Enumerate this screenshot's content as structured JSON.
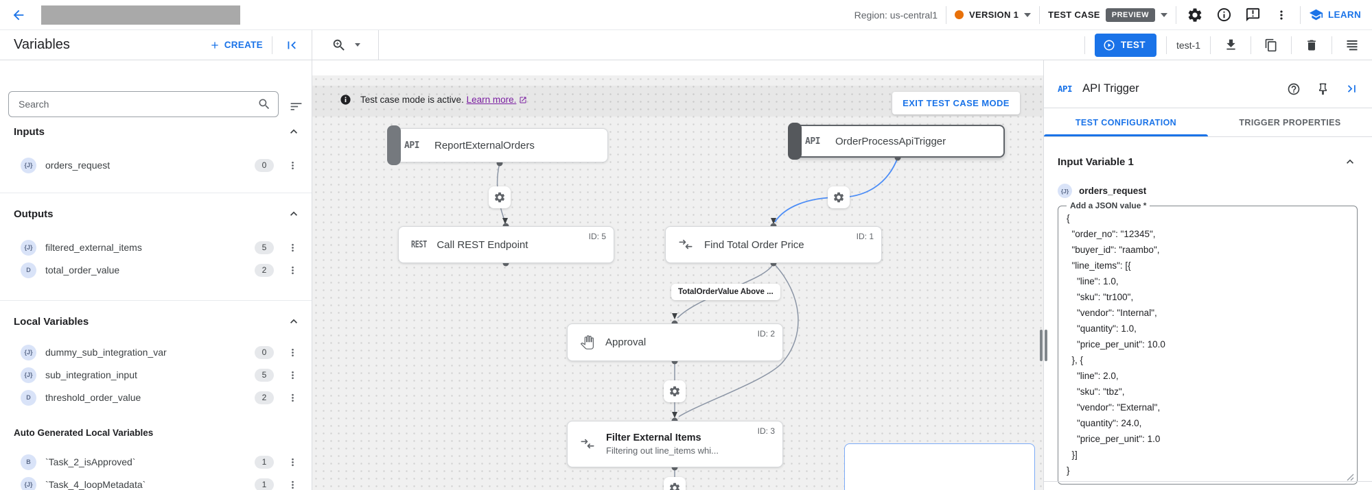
{
  "topbar": {
    "region": "Region: us-central1",
    "version": "VERSION 1",
    "test_case": "TEST CASE",
    "preview": "PREVIEW",
    "learn": "LEARN"
  },
  "toolbar": {
    "title": "Variables",
    "create": "CREATE",
    "test": "TEST",
    "test_name": "test-1"
  },
  "sidebar": {
    "search_placeholder": "Search",
    "inputs": {
      "title": "Inputs",
      "items": [
        {
          "type": "{J}",
          "name": "orders_request",
          "count": "0"
        }
      ]
    },
    "outputs": {
      "title": "Outputs",
      "items": [
        {
          "type": "{J}",
          "name": "filtered_external_items",
          "count": "5"
        },
        {
          "type": "D",
          "name": "total_order_value",
          "count": "2"
        }
      ]
    },
    "locals": {
      "title": "Local Variables",
      "items": [
        {
          "type": "{J}",
          "name": "dummy_sub_integration_var",
          "count": "0"
        },
        {
          "type": "{J}",
          "name": "sub_integration_input",
          "count": "5"
        },
        {
          "type": "D",
          "name": "threshold_order_value",
          "count": "2"
        }
      ]
    },
    "auto": {
      "title": "Auto Generated Local Variables",
      "items": [
        {
          "type": "B",
          "name": "`Task_2_isApproved`",
          "count": "1"
        },
        {
          "type": "{J}",
          "name": "`Task_4_loopMetadata`",
          "count": "1"
        }
      ]
    }
  },
  "canvas": {
    "banner": {
      "message": "Test case mode is active.",
      "link": "Learn more.",
      "exit": "EXIT TEST CASE MODE"
    },
    "edge_label": "TotalOrderValue Above ...",
    "nodes": {
      "report": {
        "tag": "API",
        "title": "ReportExternalOrders"
      },
      "trigger": {
        "tag": "API",
        "title": "OrderProcessApiTrigger"
      },
      "rest": {
        "tag": "REST",
        "title": "Call REST Endpoint",
        "id": "ID: 5"
      },
      "findtotal": {
        "title": "Find Total Order Price",
        "id": "ID: 1"
      },
      "approval": {
        "title": "Approval",
        "id": "ID: 2"
      },
      "filter": {
        "title": "Filter External Items",
        "subtitle": "Filtering out line_items whi...",
        "id": "ID: 3"
      }
    }
  },
  "panel": {
    "tag": "API",
    "title": "API Trigger",
    "tab_active": "TEST CONFIGURATION",
    "tab_inactive": "TRIGGER PROPERTIES",
    "section": "Input Variable 1",
    "var_type": "{J}",
    "var_name": "orders_request",
    "field_label": "Add a JSON value *",
    "json_value": "{\n  \"order_no\": \"12345\",\n  \"buyer_id\": \"raambo\",\n  \"line_items\": [{\n    \"line\": 1.0,\n    \"sku\": \"tr100\",\n    \"vendor\": \"Internal\",\n    \"quantity\": 1.0,\n    \"price_per_unit\": 10.0\n  }, {\n    \"line\": 2.0,\n    \"sku\": \"tbz\",\n    \"vendor\": \"External\",\n    \"quantity\": 24.0,\n    \"price_per_unit\": 1.0\n  }]\n}"
  },
  "colors": {
    "accent": "#1a73e8",
    "edge_blue": "#4c8df6",
    "status_dot": "#e8710a",
    "link_purple": "#7b1fa2"
  }
}
